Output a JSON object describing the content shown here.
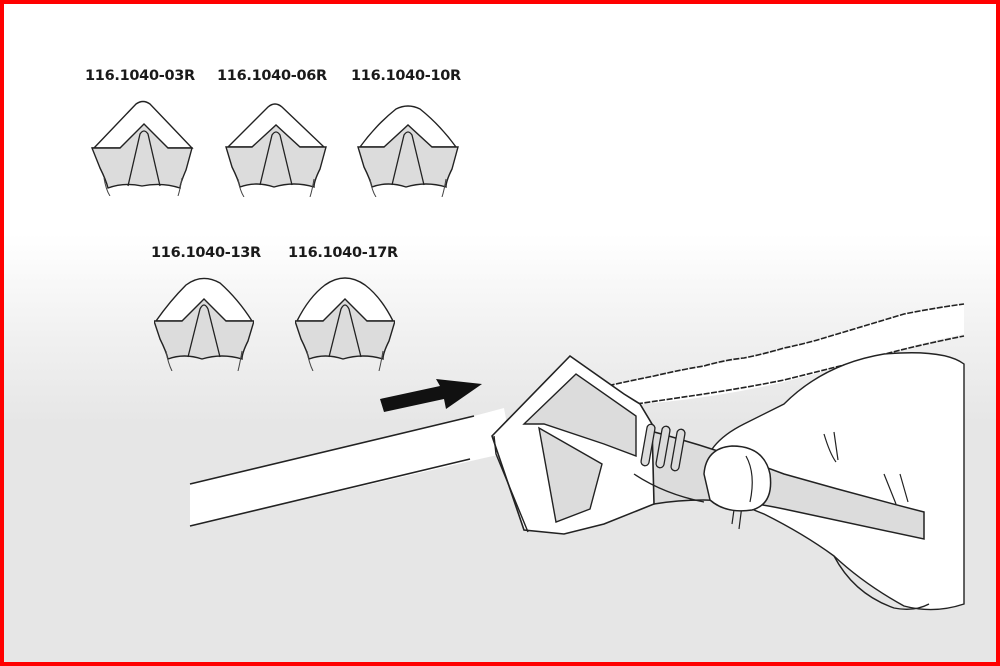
{
  "figure": {
    "description": "Adjustable wrench jaw profile variants and usage illustration",
    "border_color": "#ff0000",
    "jaw_fill_color": "#dcdcdc",
    "background_bottom_color": "#e6e6e6"
  },
  "jaw_profiles": [
    {
      "label": "116.1040-03R"
    },
    {
      "label": "116.1040-06R"
    },
    {
      "label": "116.1040-10R"
    },
    {
      "label": "116.1040-13R"
    },
    {
      "label": "116.1040-17R"
    }
  ],
  "illustration": {
    "subject": "hand-holding-adjustable-wrench-on-pipe",
    "arrow_direction": "right"
  }
}
